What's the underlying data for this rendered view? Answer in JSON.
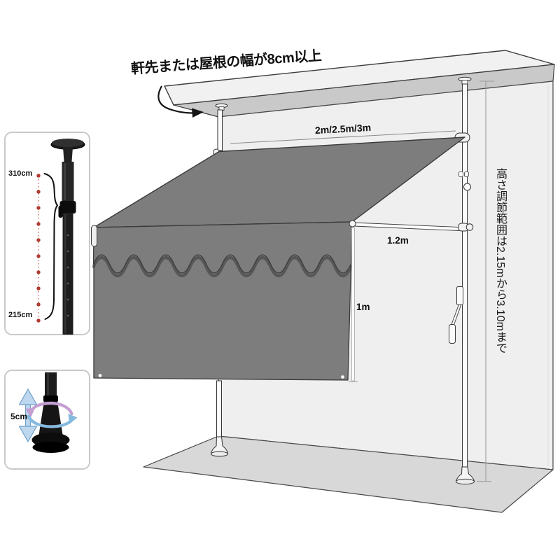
{
  "diagram": {
    "eave_note": "軒先または屋根の幅が8cm以上",
    "width_options": "2m/2.5m/3m",
    "depth": "1.2m",
    "front_drop": "1m",
    "height_range": "高さ調節範囲は2.15mから3.10mまで"
  },
  "insets": {
    "pole_max_height": "310cm",
    "pole_min_height": "215cm",
    "fine_adjust": "5cm"
  },
  "colors": {
    "awning_fabric": "#7d7d7d",
    "wall_face": "#efefef",
    "eave_underside": "#c9c9c9",
    "floor": "#d8d8d8",
    "outline": "#3a3a3a",
    "marker_red": "#b03a2e",
    "arrow_blue": "#bcd7ee",
    "rotation_pink": "#c49fd3",
    "rotation_blue": "#86b9de"
  }
}
